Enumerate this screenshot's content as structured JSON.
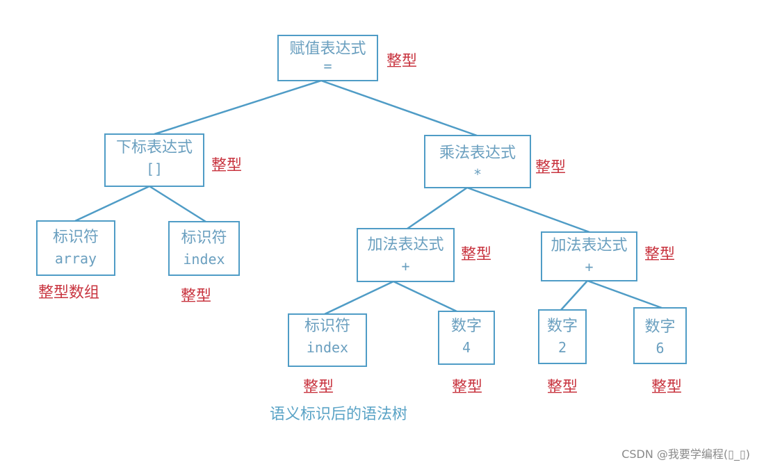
{
  "tree": {
    "assign": {
      "label": "赋值表达式",
      "op": "=",
      "type": "整型"
    },
    "subscript": {
      "label": "下标表达式",
      "op": "[]",
      "type": "整型"
    },
    "id_array": {
      "label": "标识符",
      "op": "array",
      "type": "整型数组"
    },
    "id_index1": {
      "label": "标识符",
      "op": "index",
      "type": "整型"
    },
    "mul": {
      "label": "乘法表达式",
      "op": "*",
      "type": "整型"
    },
    "add1": {
      "label": "加法表达式",
      "op": "+",
      "type": "整型"
    },
    "add2": {
      "label": "加法表达式",
      "op": "+",
      "type": "整型"
    },
    "id_index2": {
      "label": "标识符",
      "op": "index",
      "type": "整型"
    },
    "num4": {
      "label": "数字",
      "op": "4",
      "type": "整型"
    },
    "num2": {
      "label": "数字",
      "op": "2",
      "type": "整型"
    },
    "num6": {
      "label": "数字",
      "op": "6",
      "type": "整型"
    }
  },
  "edges": [
    [
      "assign",
      "subscript"
    ],
    [
      "assign",
      "mul"
    ],
    [
      "subscript",
      "id_array"
    ],
    [
      "subscript",
      "id_index1"
    ],
    [
      "mul",
      "add1"
    ],
    [
      "mul",
      "add2"
    ],
    [
      "add1",
      "id_index2"
    ],
    [
      "add1",
      "num4"
    ],
    [
      "add2",
      "num2"
    ],
    [
      "add2",
      "num6"
    ]
  ],
  "caption": "语义标识后的语法树",
  "watermark": "CSDN @我要学编程(▯_▯)",
  "colors": {
    "node_border": "#4f9cc6",
    "node_text": "#6a9fbf",
    "type_text": "#c8343f"
  }
}
